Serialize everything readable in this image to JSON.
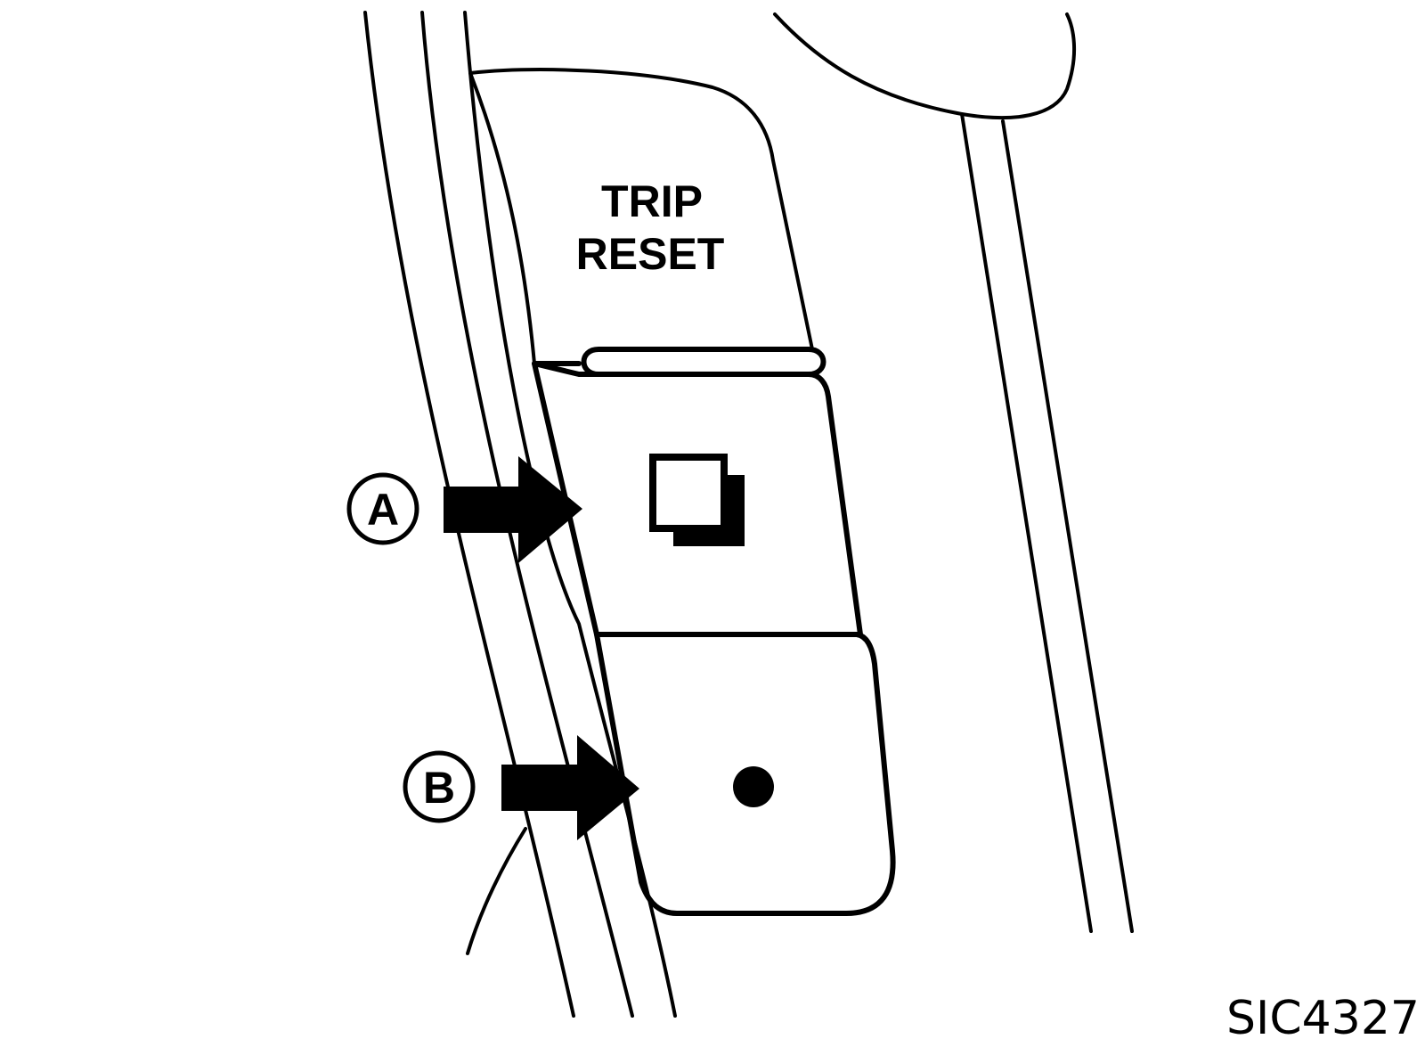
{
  "panel": {
    "label_line1": "TRIP",
    "label_line2": "RESET"
  },
  "buttons": [
    {
      "callout": "A",
      "icon": "square-icon"
    },
    {
      "callout": "B",
      "icon": "dot-icon"
    }
  ],
  "figure_code": "SIC4327",
  "colors": {
    "ink": "#000000",
    "paper": "#ffffff"
  }
}
